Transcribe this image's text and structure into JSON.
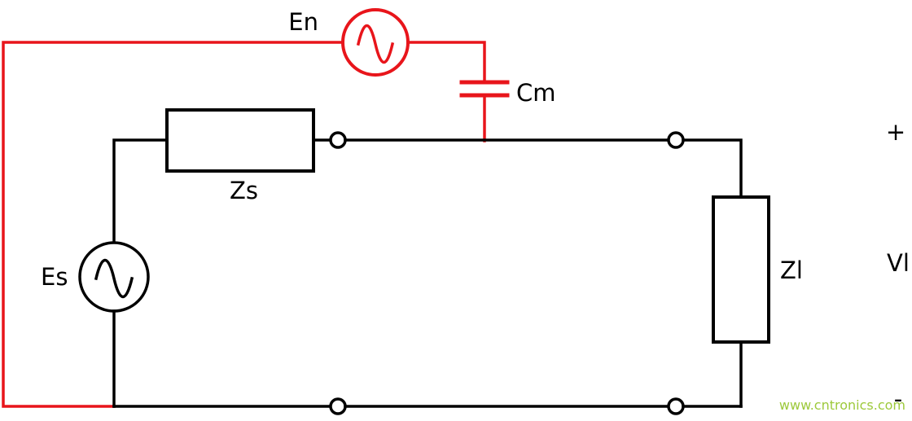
{
  "diagram": {
    "type": "circuit-schematic",
    "description": "Capacitive coupling noise circuit: noise source En couples through capacitor Cm into signal path Es-Zs-Zl"
  },
  "colors": {
    "noise": "#e8151b",
    "signal": "#000000",
    "watermark": "#9dc93b",
    "background": "#ffffff"
  },
  "labels": {
    "noise_source": "En",
    "coupling_capacitor": "Cm",
    "source_impedance": "Zs",
    "signal_source": "Es",
    "load_impedance": "Zl",
    "terminal_plus": "+",
    "load_voltage": "Vl",
    "terminal_minus": "-"
  },
  "watermark": {
    "text": "www.cntronics.com"
  }
}
